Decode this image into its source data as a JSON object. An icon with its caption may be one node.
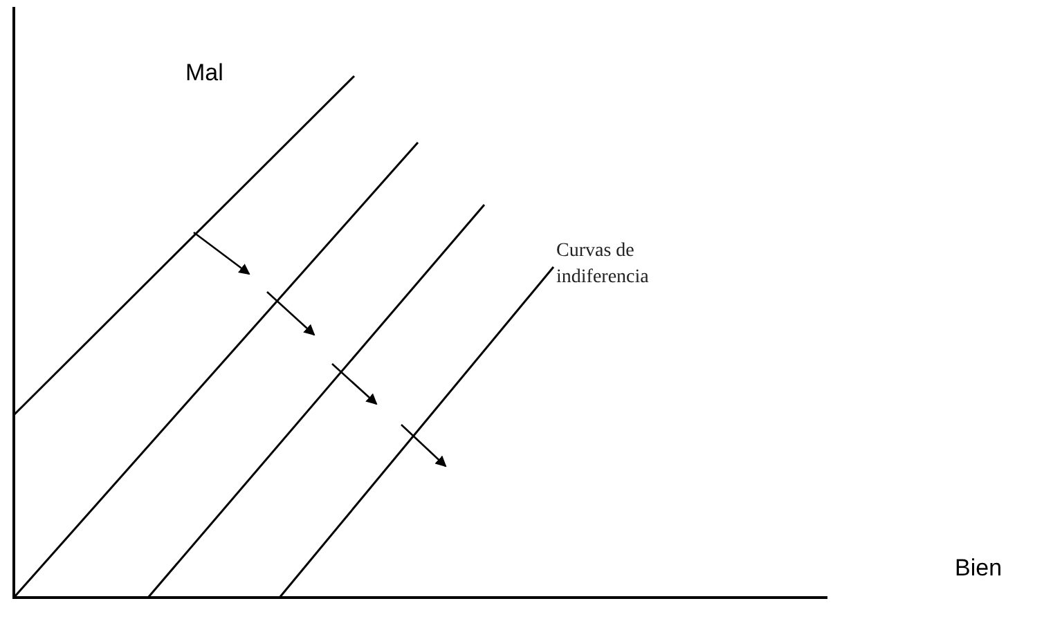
{
  "diagram": {
    "labels": [
      "Mal",
      "Curvas de indiferencia",
      "Bien"
    ]
  }
}
